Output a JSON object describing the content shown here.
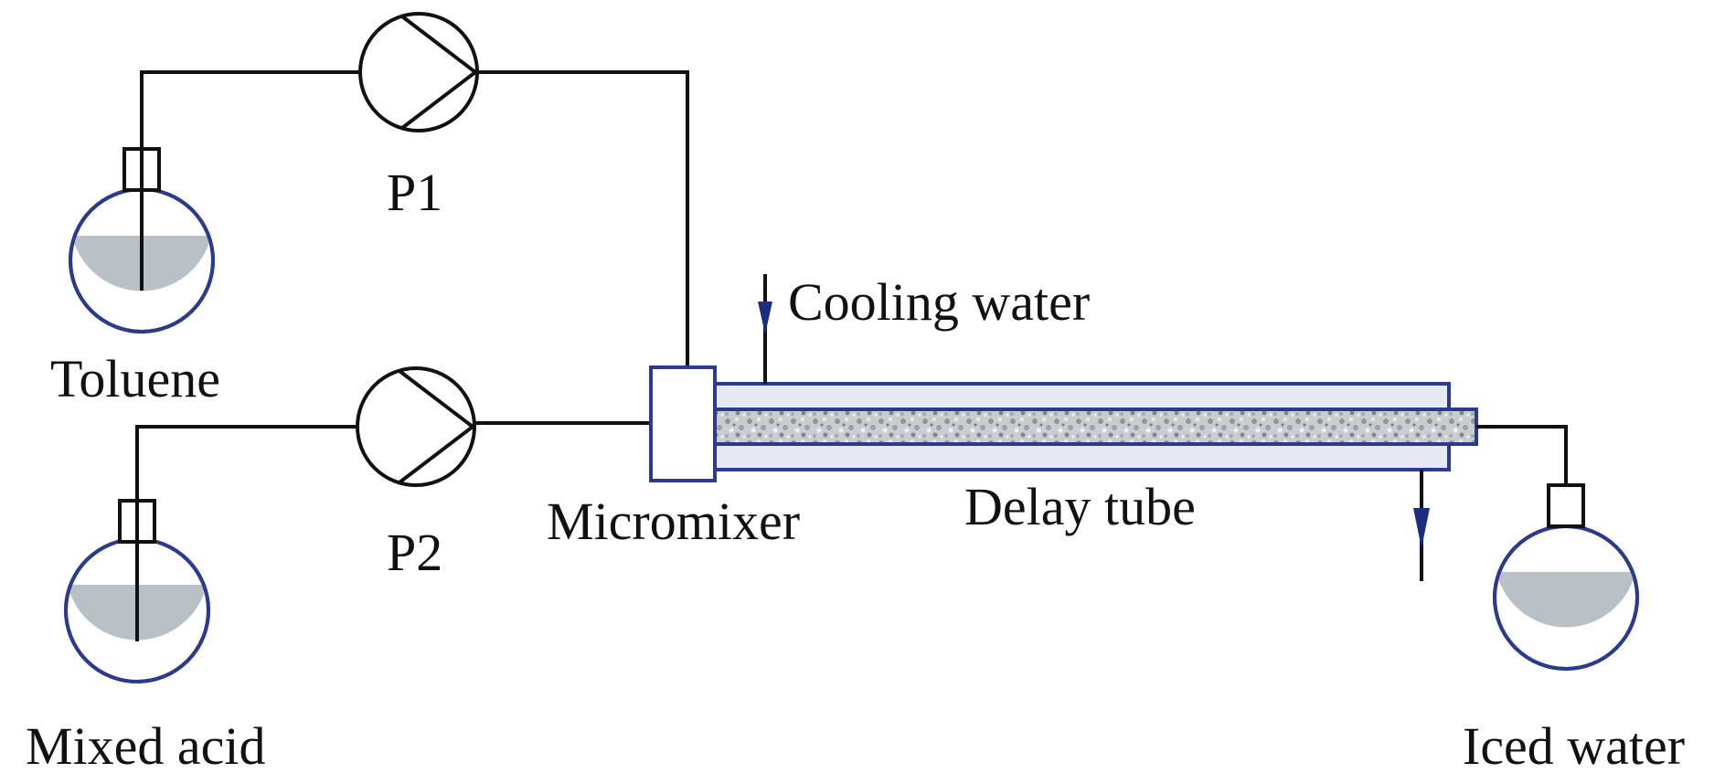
{
  "labels": {
    "toluene": "Toluene",
    "mixed_acid": "Mixed acid",
    "pump1": "P1",
    "pump2": "P2",
    "cooling_water": "Cooling water",
    "micromixer": "Micromixer",
    "delay_tube": "Delay tube",
    "iced_water": "Iced water"
  },
  "colors": {
    "line": "#111111",
    "outline": "#2b3a8c",
    "liquid": "#b9c1c7",
    "arrow": "#1c2f7f"
  }
}
